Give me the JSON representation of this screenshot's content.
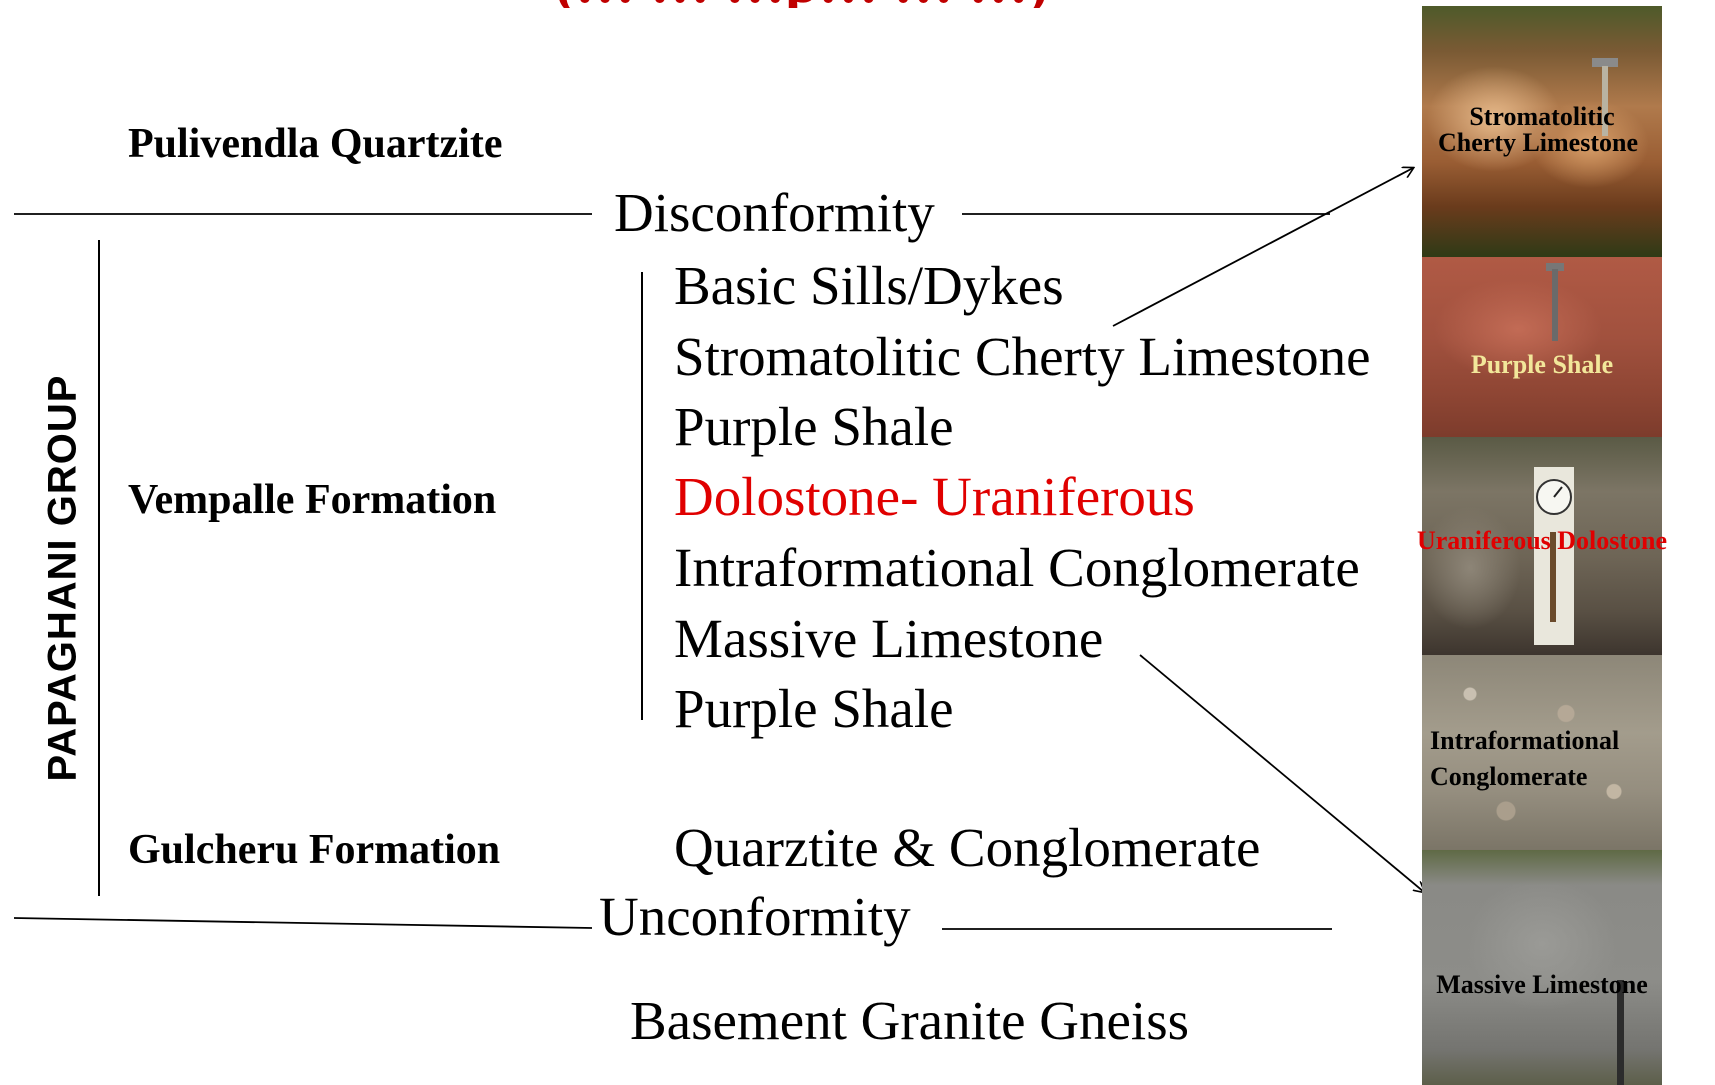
{
  "slide": {
    "title_partial": "(… … …p… … …)"
  },
  "left_column": {
    "pulivendla": "Pulivendla Quartzite",
    "group_label": "PAPAGHANI GROUP",
    "vempalle": "Vempalle Formation",
    "gulcheru": "Gulcheru Formation"
  },
  "boundaries": {
    "disconformity": "Disconformity",
    "unconformity": "Unconformity"
  },
  "vempalle_units": [
    {
      "label": "Basic Sills/Dykes",
      "color": "#000000"
    },
    {
      "label": "Stromatolitic Cherty Limestone",
      "color": "#000000"
    },
    {
      "label": "Purple Shale",
      "color": "#000000"
    },
    {
      "label": "Dolostone- Uraniferous",
      "color": "#e00000"
    },
    {
      "label": "Intraformational Conglomerate",
      "color": "#000000"
    },
    {
      "label": "Massive Limestone",
      "color": "#000000"
    },
    {
      "label": "Purple Shale",
      "color": "#000000"
    }
  ],
  "gulcheru_unit": "Quarztite & Conglomerate",
  "basement": "Basement Granite Gneiss",
  "photos": [
    {
      "label_line1": "Stromatolitic",
      "label_line2": "Cherty Limestone",
      "label_color": "#000000"
    },
    {
      "label_line1": "Purple Shale",
      "label_line2": "",
      "label_color": "#f2e79a"
    },
    {
      "label_line1": "Uraniferous Dolostone",
      "label_line2": "",
      "label_color": "#e00000"
    },
    {
      "label_line1": "Intraformational",
      "label_line2": "Conglomerate",
      "label_color": "#000000"
    },
    {
      "label_line1": "Massive Limestone",
      "label_line2": "",
      "label_color": "#000000"
    }
  ]
}
